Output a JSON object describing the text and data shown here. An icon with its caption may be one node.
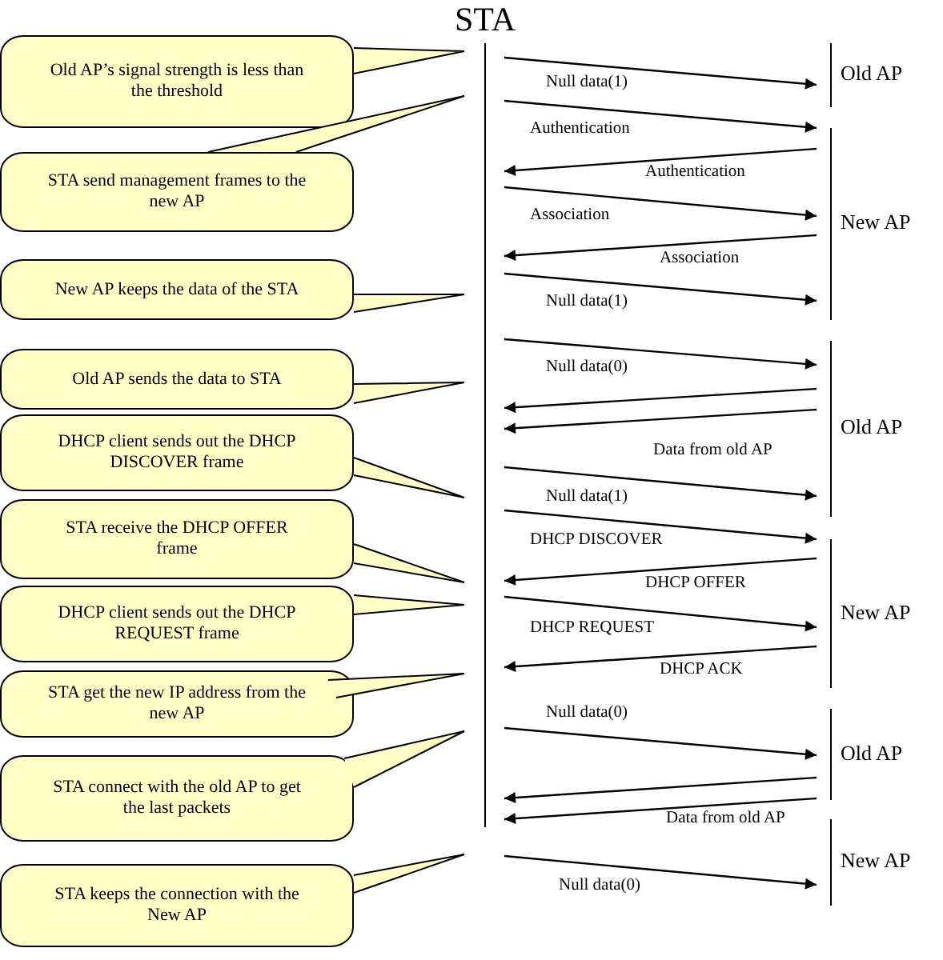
{
  "diagram": {
    "nodes": [
      {
        "text": [
          "STA"
        ]
      },
      {
        "text": [
          "Old AP’s signal strength is less than the threshold"
        ]
      },
      {
        "text": [
          "STA send management frames to the new AP"
        ]
      },
      {
        "text": [
          "New AP keeps the data of the STA"
        ]
      },
      {
        "text": [
          "Old AP sends the data to STA"
        ]
      },
      {
        "text": [
          "DHCP client sends out the DHCP DISCOVER frame"
        ]
      },
      {
        "text": [
          "STA receive the DHCP OFFER frame"
        ]
      },
      {
        "text": [
          "DHCP client sends out the DHCP REQUEST frame"
        ]
      },
      {
        "text": [
          "STA get the new IP address from the new AP"
        ]
      },
      {
        "text": [
          "STA connect with the old AP to get the last packets"
        ]
      },
      {
        "text": [
          "STA keeps the connection with the New AP"
        ]
      },
      {
        "text": [
          "Old AP"
        ]
      },
      {
        "text": [
          "New AP"
        ]
      },
      {
        "text": [
          "Old AP"
        ]
      },
      {
        "text": [
          "New AP"
        ]
      },
      {
        "text": [
          "Old AP"
        ]
      },
      {
        "text": [
          "New AP"
        ]
      }
    ],
    "edges": [
      {
        "from": 0,
        "to": 11,
        "label": "Null data(1)",
        "arrow": "to"
      },
      {
        "from": 0,
        "to": 12,
        "label": "Authentication",
        "arrow": "to"
      },
      {
        "from": 12,
        "to": 0,
        "label": "Authentication",
        "arrow": "to"
      },
      {
        "from": 0,
        "to": 12,
        "label": "Association",
        "arrow": "to"
      },
      {
        "from": 12,
        "to": 0,
        "label": "Association",
        "arrow": "to"
      },
      {
        "from": 0,
        "to": 12,
        "label": "Null data(1)",
        "arrow": "to"
      },
      {
        "from": 0,
        "to": 13,
        "label": "Null data(0)",
        "arrow": "to"
      },
      {
        "from": 13,
        "to": 0,
        "arrow": "to"
      },
      {
        "from": 13,
        "to": 0,
        "label": "Data from old AP",
        "arrow": "to"
      },
      {
        "from": 0,
        "to": 13,
        "label": "Null data(1)",
        "arrow": "to"
      },
      {
        "from": 0,
        "to": 14,
        "label": "DHCP DISCOVER",
        "arrow": "to"
      },
      {
        "from": 14,
        "to": 0,
        "label": "DHCP OFFER",
        "arrow": "to"
      },
      {
        "from": 0,
        "to": 14,
        "label": "DHCP REQUEST",
        "arrow": "to"
      },
      {
        "from": 14,
        "to": 0,
        "label": "DHCP ACK",
        "arrow": "to"
      },
      {
        "from": 0,
        "to": 15,
        "label": "Null data(0)",
        "arrow": "to"
      },
      {
        "from": 15,
        "to": 0,
        "arrow": "to"
      },
      {
        "from": 15,
        "to": 0,
        "label": "Data from old AP",
        "arrow": "to"
      },
      {
        "from": 0,
        "to": 16,
        "label": "Null data(0)",
        "arrow": "to"
      }
    ]
  }
}
